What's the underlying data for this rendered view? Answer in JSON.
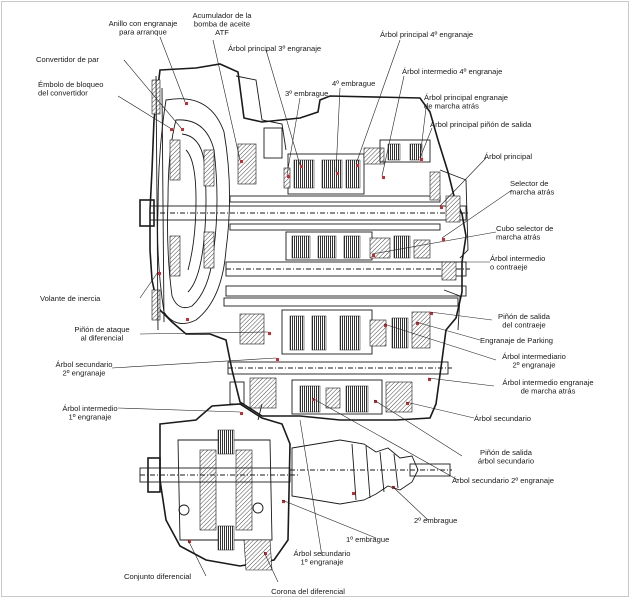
{
  "diagram": {
    "colors": {
      "ink": "#1a1a1a",
      "marker": "#d8262b",
      "background": "#ffffff"
    },
    "labels": {
      "anillo": [
        "Anillo con engranaje",
        "para arranque"
      ],
      "acumulador": [
        "Acumulador de la",
        "bomba de aceite",
        "ATF"
      ],
      "convertidor_par": [
        "Convertidor de par"
      ],
      "embolo": [
        "Émbolo de bloqueo",
        "del convertidor"
      ],
      "arbol_principal_3": [
        "Árbol principal 3º engranaje"
      ],
      "arbol_principal_4": [
        "Árbol principal 4º engranaje"
      ],
      "cuarto_embrague": [
        "4º embrague"
      ],
      "arbol_intermedio_4": [
        "Árbol intermedio 4º engranaje"
      ],
      "tercer_embrague": [
        "3º embrague"
      ],
      "arbol_principal_ma": [
        "Árbol principal engranaje",
        "de marcha atrás"
      ],
      "arbol_principal_pinon": [
        "Árbol principal piñón de salida"
      ],
      "arbol_principal": [
        "Árbol principal"
      ],
      "selector_ma": [
        "Selector de",
        "marcha atrás"
      ],
      "cubo_selector": [
        "Cubo selector de",
        "marcha atrás"
      ],
      "arbol_intermedio_contraeje": [
        "Árbol intermedio",
        "o contraeje"
      ],
      "volante": [
        "Volante de inercia"
      ],
      "pinon_ataque": [
        "Piñón de ataque",
        "al diferencial"
      ],
      "pinon_salida_contraeje": [
        "Piñón de salida",
        "del contraeje"
      ],
      "engranaje_parking": [
        "Engranaje de Parking"
      ],
      "arbol_secundario_2_left": [
        "Árbol secundario",
        "2º engranaje"
      ],
      "arbol_intermediario_2": [
        "Árbol intermediario",
        "2º engranaje"
      ],
      "arbol_intermedio_ma": [
        "Árbol intermedio engranaje",
        "de marcha atrás"
      ],
      "arbol_intermedio_1": [
        "Árbol intermedio",
        "1º engranaje"
      ],
      "arbol_secundario": [
        "Árbol secundario"
      ],
      "pinon_salida_secundario": [
        "Piñón de salida",
        "árbol secundario"
      ],
      "arbol_secundario_2_right": [
        "Árbol secundario 2º engranaje"
      ],
      "segundo_embrague": [
        "2º embrague"
      ],
      "primer_embrague": [
        "1º embrague"
      ],
      "arbol_secundario_1": [
        "Árbol secundario",
        "1º engranaje"
      ],
      "conjunto_diferencial": [
        "Conjunto diferencial"
      ],
      "corona_diferencial": [
        "Corona del diferencial"
      ]
    }
  }
}
